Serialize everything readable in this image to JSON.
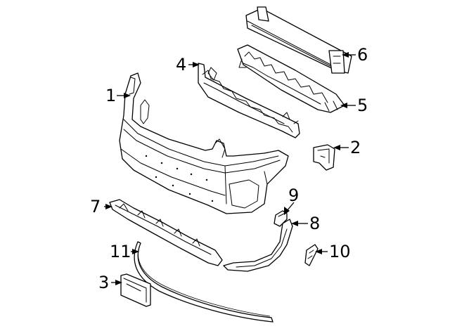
{
  "diagram": {
    "callouts": [
      {
        "number": "1"
      },
      {
        "number": "2"
      },
      {
        "number": "3"
      },
      {
        "number": "4"
      },
      {
        "number": "5"
      },
      {
        "number": "6"
      },
      {
        "number": "7"
      },
      {
        "number": "8"
      },
      {
        "number": "9"
      },
      {
        "number": "10"
      },
      {
        "number": "11"
      }
    ],
    "colors": {
      "line": "#000000",
      "background": "#ffffff"
    }
  }
}
